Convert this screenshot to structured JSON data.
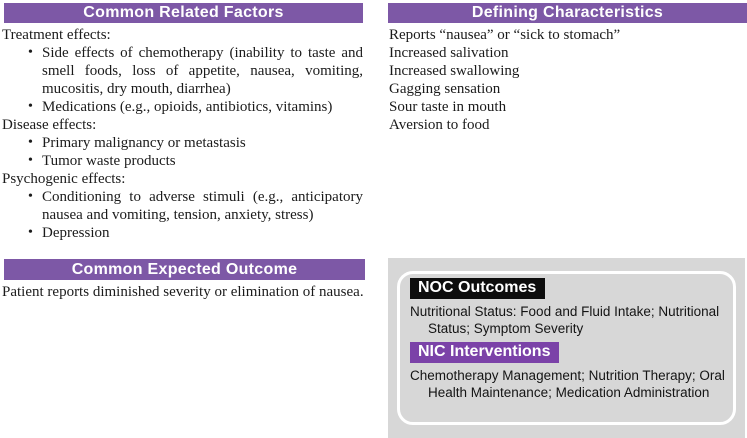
{
  "colors": {
    "header_purple": "#7d58a6",
    "nic_purple": "#7b42a8",
    "noc_black": "#0d0d0d",
    "box_gray": "#d7d7d7",
    "text": "#1b1b1b"
  },
  "glyphs": {
    "bullet": "•"
  },
  "left": {
    "related_header": "Common Related Factors",
    "related_lines": [
      {
        "t": "Treatment effects:",
        "cls": "label"
      },
      {
        "t": "Side effects of chemotherapy (inability to taste and smell foods, loss of appetite, nausea, vomiting, mucositis, dry mouth, diarrhea)",
        "cls": "bullet-item just",
        "bullet": true
      },
      {
        "t": "Medications (e.g., opioids, antibiotics, vitamins)",
        "cls": "bullet-item",
        "bullet": true
      },
      {
        "t": "Disease effects:",
        "cls": "label"
      },
      {
        "t": "Primary malignancy or metastasis",
        "cls": "bullet-item",
        "bullet": true
      },
      {
        "t": "Tumor waste products",
        "cls": "bullet-item",
        "bullet": true
      },
      {
        "t": "Psychogenic effects:",
        "cls": "label"
      },
      {
        "t": "Conditioning to adverse stimuli (e.g., anticipatory nausea and vomiting, tension, anxiety, stress)",
        "cls": "bullet-item just",
        "bullet": true
      },
      {
        "t": "Depression",
        "cls": "bullet-item",
        "bullet": true
      }
    ],
    "outcome_header": "Common Expected Outcome",
    "outcome_lines": [
      {
        "t": "Patient reports diminished severity or elimination of nausea.",
        "cls": "hang30 just"
      }
    ]
  },
  "right": {
    "defining_header": "Defining Characteristics",
    "defining_lines": [
      {
        "t": "Reports “nausea” or “sick to stomach”",
        "cls": "label"
      },
      {
        "t": "Increased salivation",
        "cls": "label"
      },
      {
        "t": "Increased swallowing",
        "cls": "label"
      },
      {
        "t": "Gagging sensation",
        "cls": "label"
      },
      {
        "t": "Sour taste in mouth",
        "cls": "label"
      },
      {
        "t": "Aversion to food",
        "cls": "label"
      }
    ],
    "box": {
      "noc_label": "NOC Outcomes",
      "noc_text": "Nutritional Status: Food and Fluid Intake; Nutritional Status; Symptom Severity",
      "nic_label": "NIC Interventions",
      "nic_text": "Chemotherapy Management; Nutrition Therapy; Oral Health Maintenance; Medication Administration"
    }
  }
}
